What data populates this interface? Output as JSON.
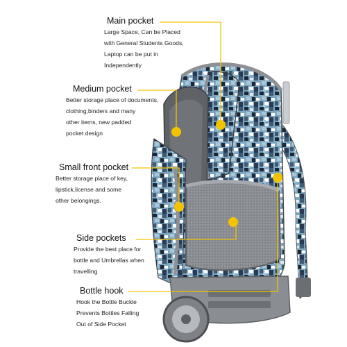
{
  "callouts": [
    {
      "title": "Main pocket",
      "desc": "Large Space, Can be Placed\nwith General Students Goods,\nLaptop can be put in\nIndependently"
    },
    {
      "title": "Medium pocket",
      "desc": "Better storage place of documents,\nclothing,binders and many\nother items, new padded\npocket design"
    },
    {
      "title": "Small front pocket",
      "desc": "Better storage place of key,\nlipstick,license and some\nother belongings."
    },
    {
      "title": "Side pockets",
      "desc": "Provide the best place for\nbottle and Umbrellas when\ntravelling"
    },
    {
      "title": "Bottle hook",
      "desc": "Hook the Bottle Buckle\nPrevents Bottles Falling\nOut of Side Pocket"
    }
  ],
  "colors": {
    "accent": "#f3c300",
    "bag_gray": "#8e9093",
    "bag_dark": "#3a3d42",
    "camo_light": "#a8c8da",
    "camo_mid": "#5e88a6",
    "camo_dark": "#1c2738"
  }
}
